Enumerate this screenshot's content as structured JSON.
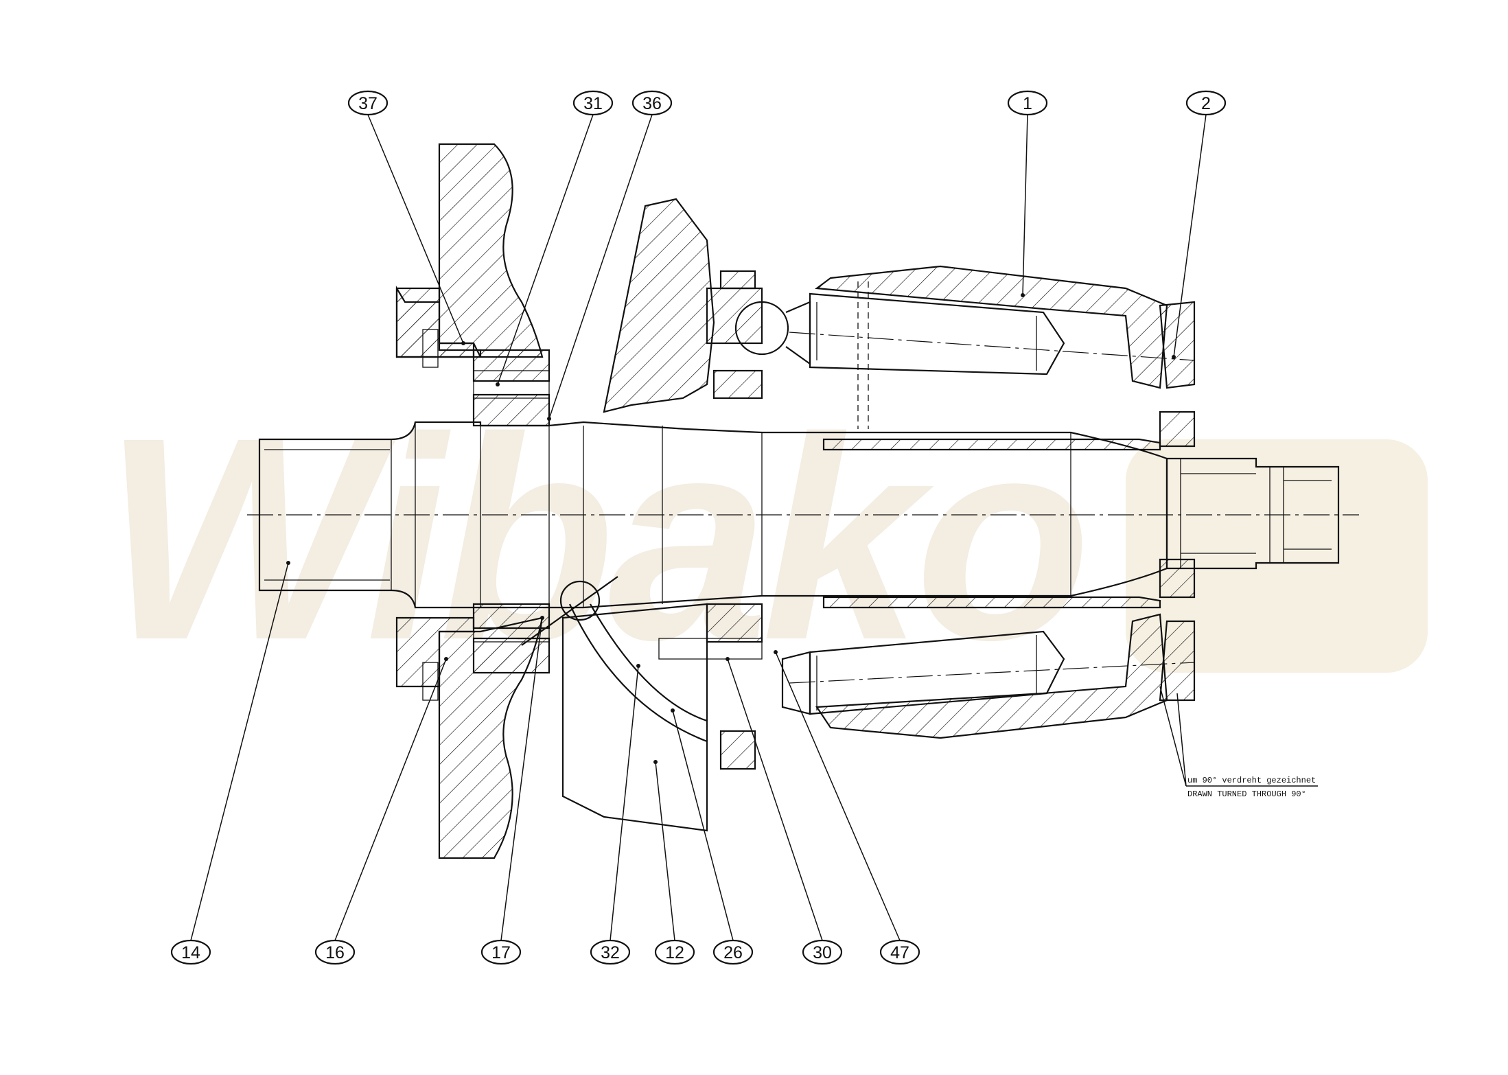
{
  "watermark": "Wibako",
  "balloons_top": [
    "37",
    "31",
    "36",
    "1",
    "2"
  ],
  "balloons_bottom": [
    "14",
    "16",
    "17",
    "32",
    "12",
    "26",
    "30",
    "47"
  ],
  "note": {
    "line_de": "um 90° verdreht gezeichnet",
    "line_en": "DRAWN TURNED THROUGH 90°"
  }
}
